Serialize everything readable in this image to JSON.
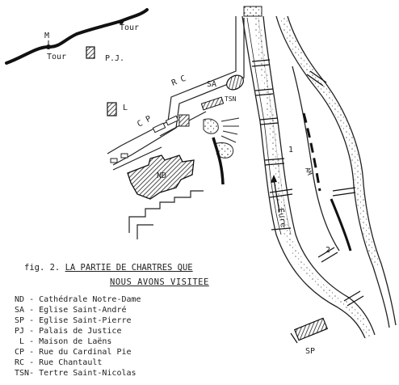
{
  "figure": {
    "number": "fig. 2.",
    "title_line1": "LA PARTIE DE CHARTRES QUE",
    "title_line2": "NOUS AVONS  VISITEE"
  },
  "map_labels": {
    "m": "M",
    "tour_right": "Tour",
    "tour_left": "Tour",
    "pj": "P.J.",
    "l": "L",
    "rc": "R C",
    "sa": "SA",
    "tsn": "TSN",
    "cp": "C P",
    "nd": "ND",
    "r1": "1",
    "am": "AM",
    "eure": "Eure",
    "r2": "2",
    "sp": "SP"
  },
  "legend": [
    {
      "abbr": "ND",
      "sep": " - ",
      "text": "Cathédrale Notre-Dame"
    },
    {
      "abbr": "SA",
      "sep": " - ",
      "text": "Eglise Saint-André"
    },
    {
      "abbr": "SP",
      "sep": " - ",
      "text": "Eglise Saint-Pierre"
    },
    {
      "abbr": "PJ",
      "sep": " - ",
      "text": "Palais de Justice"
    },
    {
      "abbr": " L",
      "sep": " - ",
      "text": "Maison de Laëns"
    },
    {
      "abbr": "CP",
      "sep": " - ",
      "text": "Rue du Cardinal Pie"
    },
    {
      "abbr": "RC",
      "sep": " - ",
      "text": "Rue Chantault"
    },
    {
      "abbr": "TSN",
      "sep": "- ",
      "text": "Tertre Saint-Nicolas"
    }
  ]
}
